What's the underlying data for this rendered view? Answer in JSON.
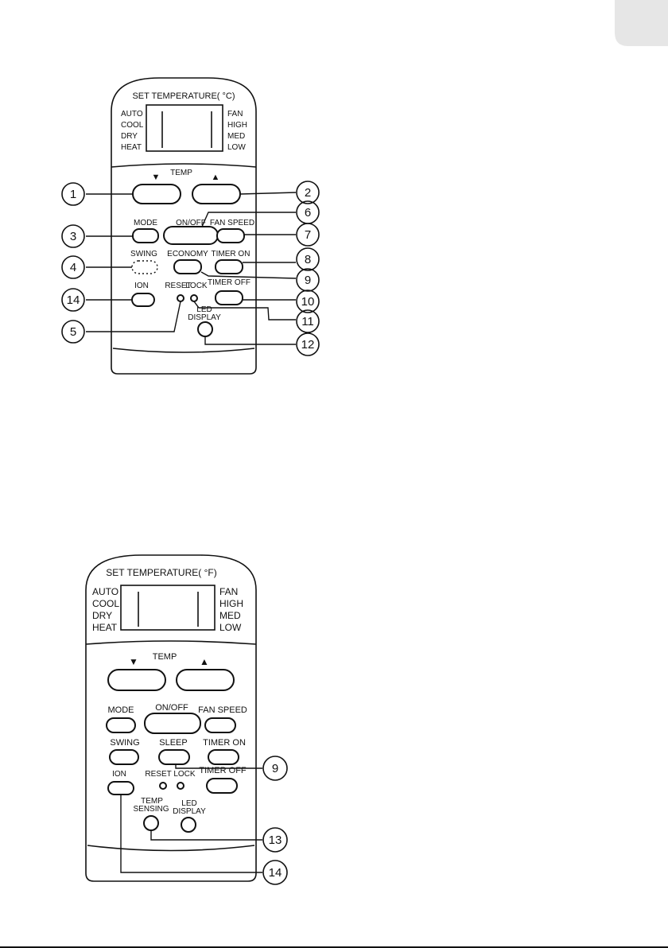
{
  "tab_color": "#e6e6e6",
  "remote1": {
    "title": "SET TEMPERATURE( °C)",
    "modes_left": [
      "AUTO",
      "COOL",
      "DRY",
      "HEAT"
    ],
    "modes_right": [
      "FAN",
      "HIGH",
      "MED",
      "LOW"
    ],
    "temp_label": "TEMP",
    "temp_down": "▼",
    "temp_up": "▲",
    "mode": "MODE",
    "on_off": "ON/OFF",
    "fan_speed": "FAN SPEED",
    "swing": "SWING",
    "economy": "ECONOMY",
    "timer_on": "TIMER ON",
    "timer_off": "TIMER OFF",
    "ion": "ION",
    "reset": "RESET",
    "lock": "LOCK",
    "led": "LED",
    "display": "DISPLAY",
    "callouts": [
      "1",
      "2",
      "3",
      "4",
      "5",
      "6",
      "7",
      "8",
      "9",
      "10",
      "11",
      "12",
      "14"
    ]
  },
  "remote2": {
    "title": "SET TEMPERATURE( °F)",
    "modes_left": [
      "AUTO",
      "COOL",
      "DRY",
      "HEAT"
    ],
    "modes_right": [
      "FAN",
      "HIGH",
      "MED",
      "LOW"
    ],
    "temp_label": "TEMP",
    "temp_down": "▼",
    "temp_up": "▲",
    "mode": "MODE",
    "on_off": "ON/OFF",
    "fan_speed": "FAN SPEED",
    "swing": "SWING",
    "sleep": "SLEEP",
    "timer_on": "TIMER ON",
    "timer_off": "TIMER OFF",
    "ion": "ION",
    "reset_lock": "RESET LOCK",
    "temp_sensing_1": "TEMP",
    "temp_sensing_2": "SENSING",
    "led": "LED",
    "display": "DISPLAY",
    "callouts": [
      "9",
      "13",
      "14"
    ]
  }
}
